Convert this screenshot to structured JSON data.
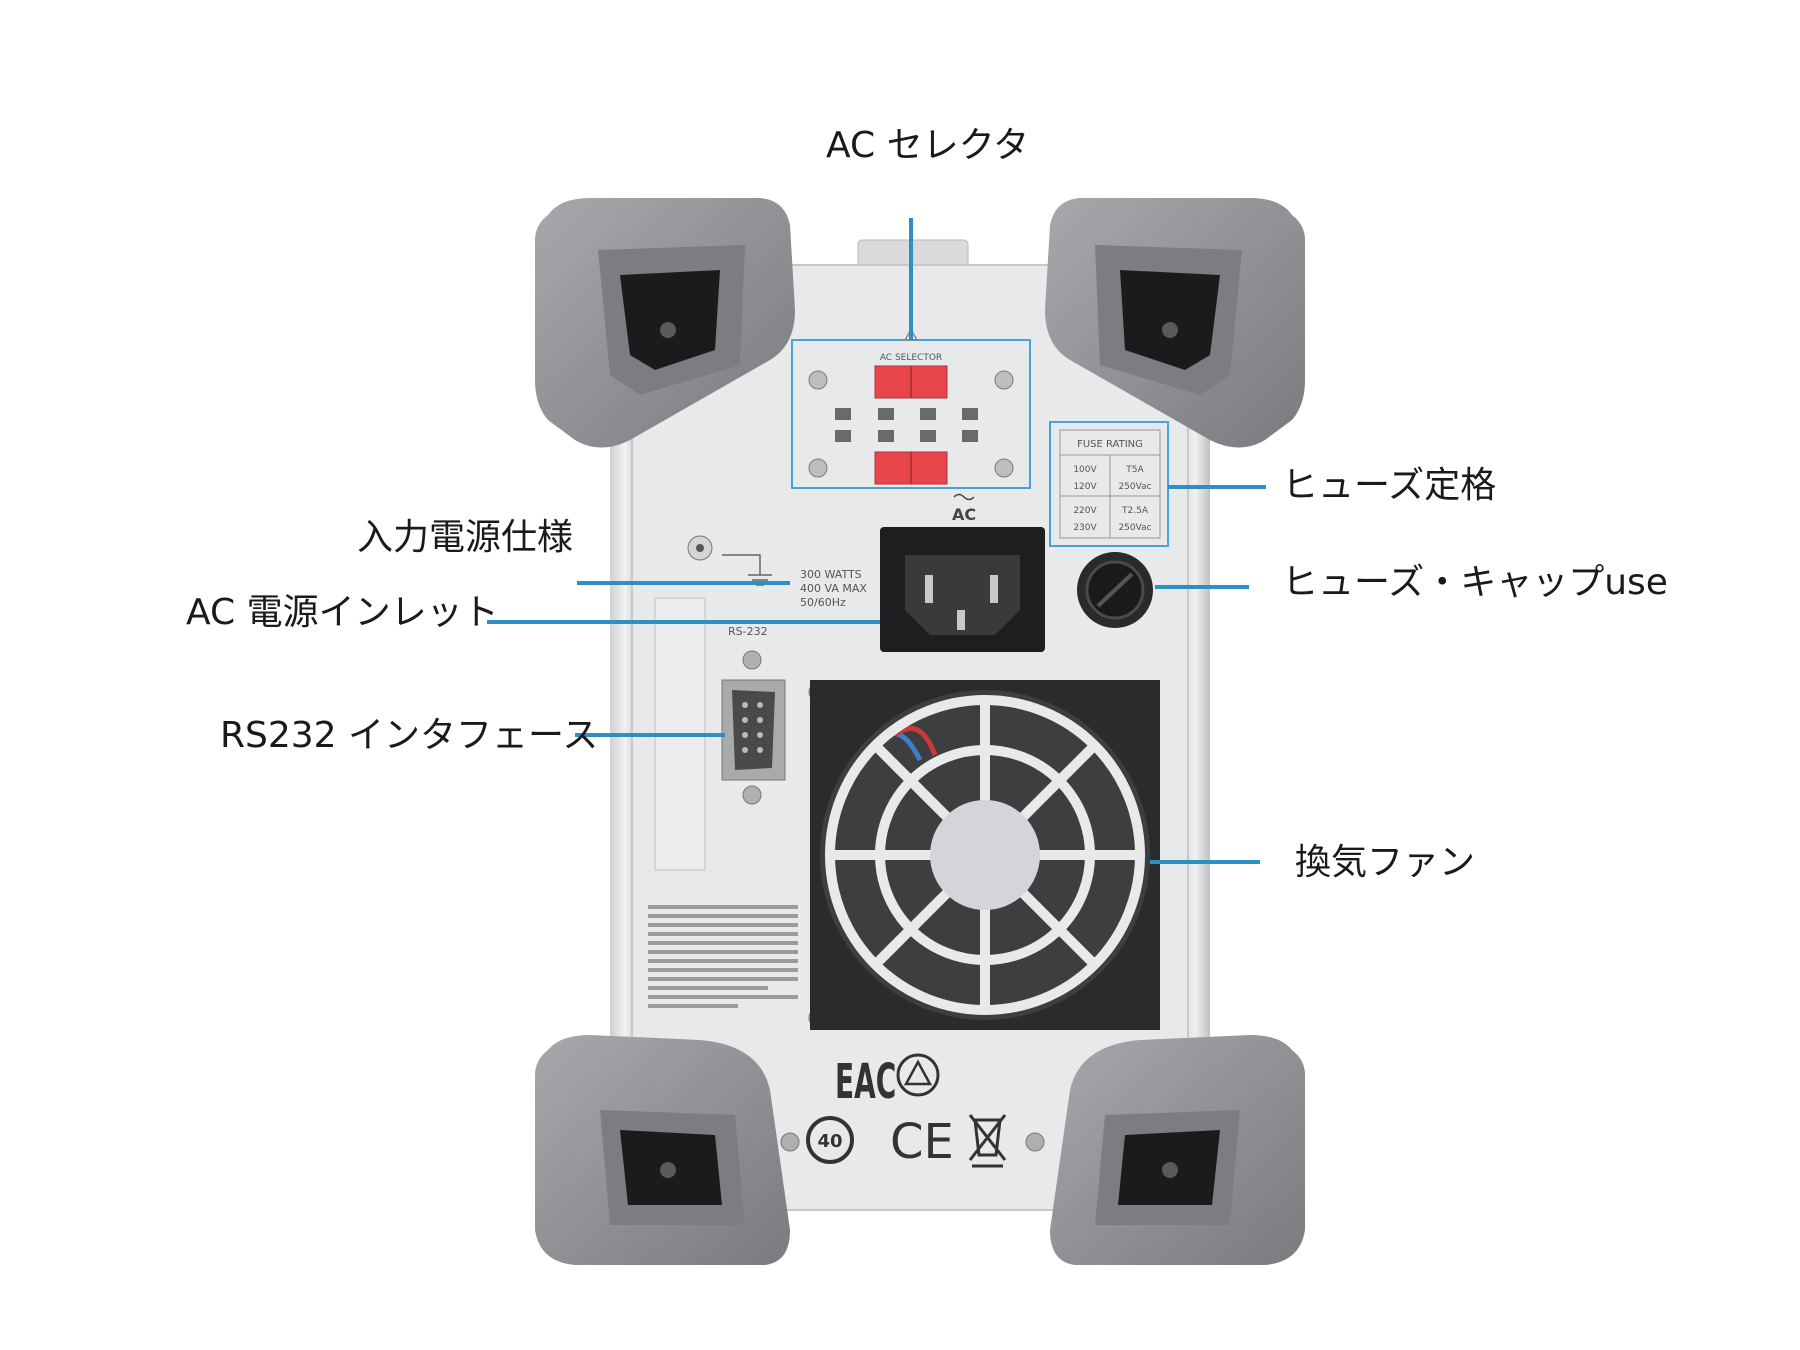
{
  "callouts": {
    "ac_selector": "AC セレクタ",
    "fuse_rating": "ヒューズ定格",
    "input_power_spec": "入力電源仕様",
    "fuse_cap": "ヒューズ・キャップuse",
    "ac_inlet": "AC 電源インレット",
    "rs232": "RS232 インタフェース",
    "fan": "換気ファン"
  },
  "device_labels": {
    "ac_selector_title": "AC SELECTOR",
    "fuse_table_header": "FUSE RATING",
    "fuse_rows": [
      [
        "100V",
        "T5A"
      ],
      [
        "120V",
        "250Vac"
      ],
      [
        "220V",
        "T2.5A"
      ],
      [
        "230V",
        "250Vac"
      ]
    ],
    "ac_mark": "AC",
    "power_spec": [
      "300 WATTS",
      "400 VA MAX",
      "50/60Hz"
    ],
    "rs232_label": "RS-232",
    "cert_eac": "EAC",
    "cert_ce": "CE",
    "rohs": "40"
  },
  "colors": {
    "leader": "#2f8fc0",
    "bumper": "#8e8f92",
    "panel": "#e7e8ea",
    "selector_red": "#e8454a"
  }
}
